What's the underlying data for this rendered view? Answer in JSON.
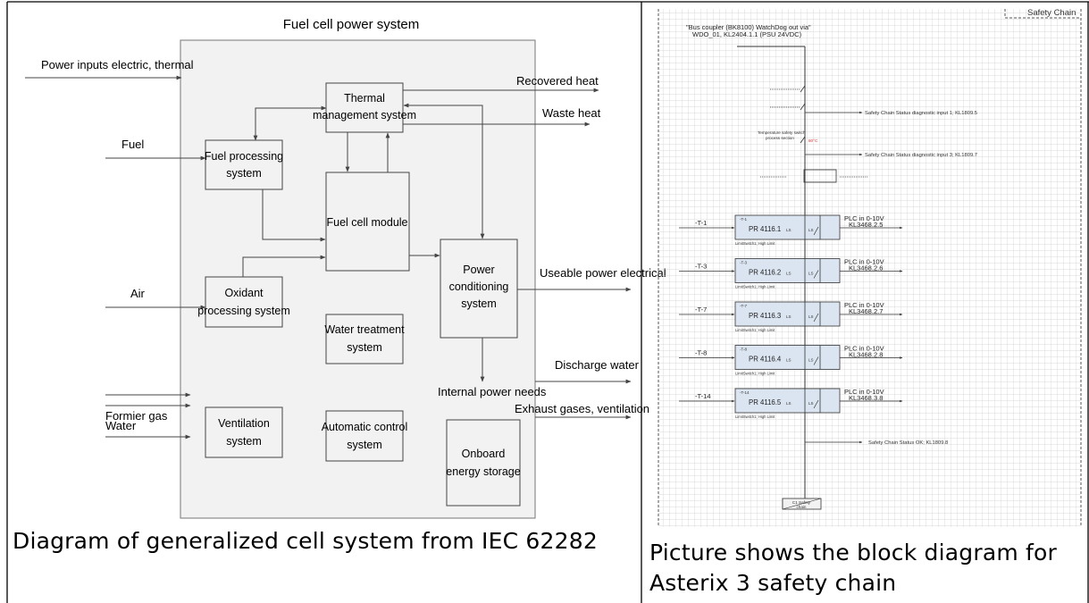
{
  "left_panel": {
    "title": "Fuel cell power system",
    "caption": "Diagram of generalized cell system from IEC 62282",
    "inputs": {
      "power_inputs": "Power inputs electric, thermal",
      "fuel": "Fuel",
      "air": "Air",
      "formier_gas": "Formier gas",
      "water": "Water"
    },
    "blocks": {
      "thermal_l1": "Thermal",
      "thermal_l2": "management system",
      "fuel_proc_l1": "Fuel processing",
      "fuel_proc_l2": "system",
      "fuel_cell": "Fuel cell module",
      "oxidant_l1": "Oxidant",
      "oxidant_l2": "processing system",
      "power_cond_l1": "Power",
      "power_cond_l2": "conditioning",
      "power_cond_l3": "system",
      "water_treat_l1": "Water treatment",
      "water_treat_l2": "system",
      "ventilation_l1": "Ventilation",
      "ventilation_l2": "system",
      "auto_control_l1": "Automatic control",
      "auto_control_l2": "system",
      "onboard_l1": "Onboard",
      "onboard_l2": "energy storage"
    },
    "outputs": {
      "recovered_heat": "Recovered heat",
      "waste_heat": "Waste heat",
      "useable_power": "Useable power electrical",
      "discharge_water": "Discharge water",
      "internal_power": "Internal power needs",
      "exhaust": "Exhaust gases, ventilation"
    }
  },
  "right_panel": {
    "title": "Safety Chain",
    "caption": "Picture shows the block diagram for Asterix 3 safety chain",
    "header_l1": "\"Bus coupler (BK8100) WatchDog out via\"",
    "header_l2": "WDO_01, KL2404.1.1 (PSU 24VDC)",
    "diag_input1": "Safety Chain Status diagnostic input 1; KL1809.5",
    "temp_switch_l1": "Temperature safety switch",
    "temp_switch_l2": "process section",
    "temp_switch_tag": "80°C",
    "diag_input3": "Safety Chain Status diagnostic input 3; KL1809.7",
    "sensors": [
      {
        "tag": "-T-1",
        "small_tag": "-T-1",
        "module": "PR 4116.1",
        "plc_l1": "PLC in 0-10V",
        "plc_l2": "KL3468.2.5",
        "limit": "LimitSwitch1; High Limit"
      },
      {
        "tag": "-T-3",
        "small_tag": "-T-3",
        "module": "PR 4116.2",
        "plc_l1": "PLC in 0-10V",
        "plc_l2": "KL3468.2.6",
        "limit": "LimitSwitch1; High Limit"
      },
      {
        "tag": "-T-7",
        "small_tag": "-T-7",
        "module": "PR 4116.3",
        "plc_l1": "PLC in 0-10V",
        "plc_l2": "KL3468.2.7",
        "limit": "LimitSwitch1; High Limit"
      },
      {
        "tag": "-T-8",
        "small_tag": "-T-8",
        "module": "PR 4116.4",
        "plc_l1": "PLC in 0-10V",
        "plc_l2": "KL3468.2.8",
        "limit": "LimitSwitch1; High Limit"
      },
      {
        "tag": "-T-14",
        "small_tag": "-T-14",
        "module": "PR 4116.5",
        "plc_l1": "PLC in 0-10V",
        "plc_l2": "KL3468.3.8",
        "limit": "LimitSwitch1; High Limit"
      }
    ],
    "ls_label": "LS",
    "status_ok": "Safety Chain Status OK; KL1809.8",
    "coil_l1": "C1 Safety",
    "coil_l2": "chain"
  },
  "colors": {
    "block_fill": "#f2f2f2",
    "module_fill": "#dbe5f1",
    "grid": "#cccccc",
    "line": "#333333",
    "red_tag": "#e03030"
  }
}
